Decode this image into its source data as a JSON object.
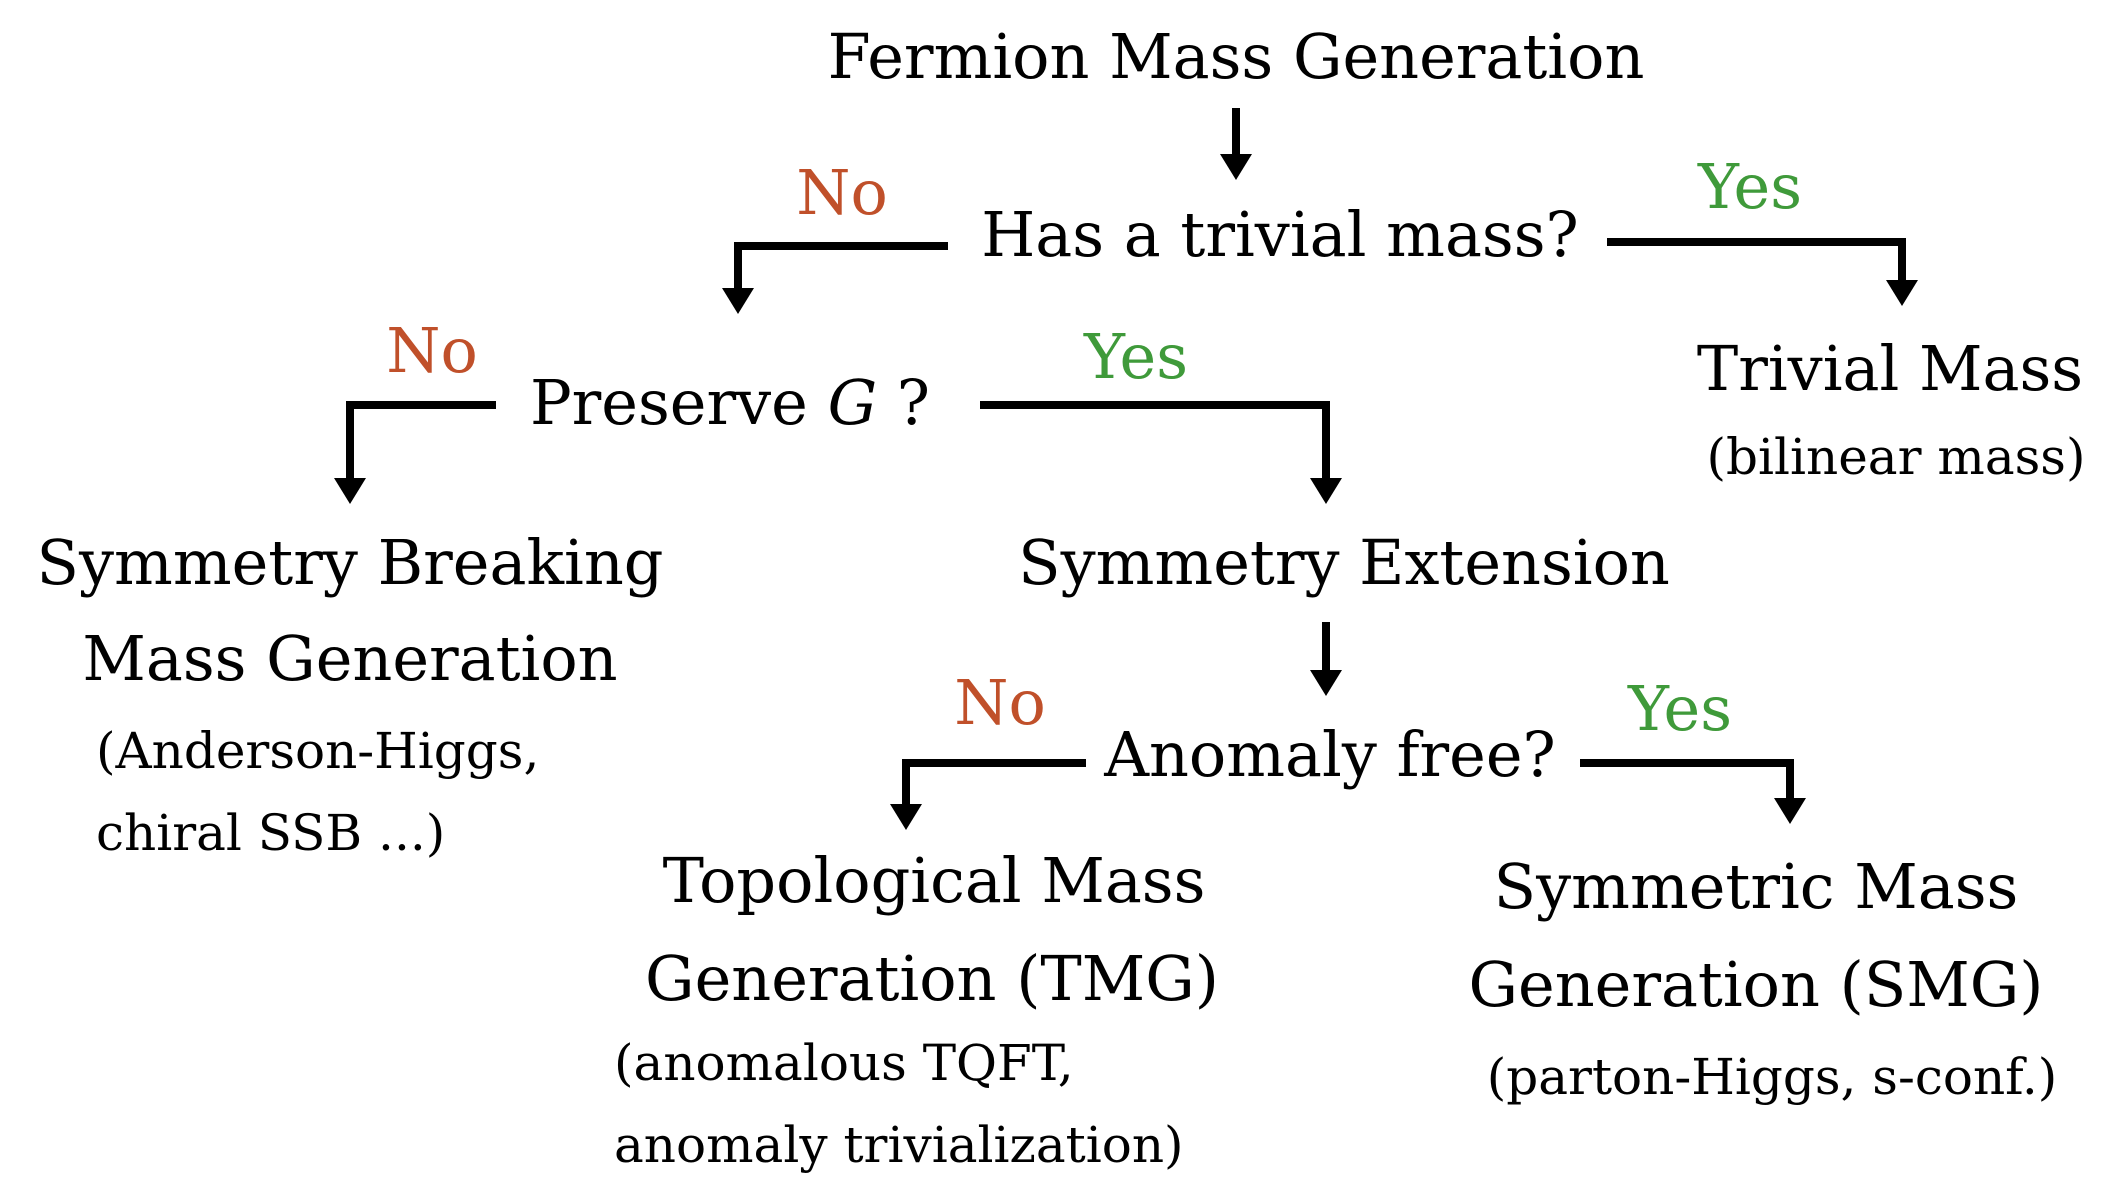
{
  "colors": {
    "text": "#000000",
    "no": "#c0502a",
    "yes": "#3f9a3a",
    "arrow": "#000000"
  },
  "root": {
    "title": "Fermion Mass Generation"
  },
  "q_trivial": {
    "question": "Has a trivial mass?",
    "no_label": "No",
    "yes_label": "Yes"
  },
  "trivial_mass": {
    "title": "Trivial Mass",
    "note": "(bilinear mass)"
  },
  "q_preserve": {
    "question_prefix": "Preserve ",
    "symbol": "G",
    "question_suffix": " ?",
    "no_label": "No",
    "yes_label": "Yes"
  },
  "symmetry_breaking": {
    "line1": "Symmetry Breaking",
    "line2": "Mass Generation",
    "note1": "(Anderson-Higgs,",
    "note2": "chiral SSB ...)"
  },
  "symmetry_extension": {
    "title": "Symmetry Extension"
  },
  "q_anomaly": {
    "question": "Anomaly free?",
    "no_label": "No",
    "yes_label": "Yes"
  },
  "tmg": {
    "line1": "Topological Mass",
    "line2": "Generation (TMG)",
    "note1": "(anomalous TQFT,",
    "note2": "anomaly trivialization)"
  },
  "smg": {
    "line1": "Symmetric Mass",
    "line2": "Generation (SMG)",
    "note1": "(parton-Higgs, s-conf.)"
  }
}
